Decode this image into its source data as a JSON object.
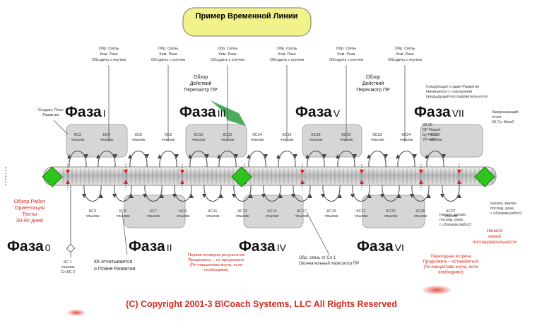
{
  "title": "Пример Временной Линии",
  "phases": [
    {
      "id": "p0",
      "word": "Фаза",
      "num": "0"
    },
    {
      "id": "p1",
      "word": "Фаза",
      "num": "I"
    },
    {
      "id": "p2",
      "word": "Фаза",
      "num": "II"
    },
    {
      "id": "p3",
      "word": "Фаза",
      "num": "III"
    },
    {
      "id": "p4",
      "word": "Фаза",
      "num": "IV"
    },
    {
      "id": "p5",
      "word": "Фаза",
      "num": "V"
    },
    {
      "id": "p6",
      "word": "Фаза",
      "num": "VI"
    },
    {
      "id": "p7",
      "word": "Фаза",
      "num": "VII"
    }
  ],
  "top_task_labels": [
    [
      "Обр. Связь",
      "Ком. Раза",
      "Обсудить с коучем"
    ],
    [
      "Обр. Связь",
      "Ком. Раза",
      "Обсудить с коучем"
    ],
    [
      "Обр. Связь",
      "Ком. Раза",
      "Обсудить с коучем"
    ],
    [
      "Обр. Связь",
      "Ком. Раза",
      "Обсудить с коучем"
    ],
    [
      "Обр. Связь",
      "Ком. Раза",
      "Обсудить с коучем"
    ],
    [
      "Обр. Связь",
      "Ком. Раза",
      "Обсудить с коучем"
    ]
  ],
  "review_labels": [
    [
      "Обзор",
      "Действий",
      "Пересмотр ПР"
    ],
    [
      "Обзор",
      "Действий",
      "Пересмотр ПР"
    ]
  ],
  "top_notes": {
    "create_plan": [
      "Создать План",
      "Развития"
    ],
    "next_stage": [
      "Следующая стадия Развития",
      "Начинается с повторения",
      "предыдущей последовательности"
    ],
    "final_report": [
      "Завершающий",
      "отчет",
      "КК Сл Мом2"
    ],
    "dp_report": [
      "КК 25",
      "DP Report",
      "by PC to",
      "YP->PY"
    ]
  },
  "top_kc": [
    "КС2",
    "КС4",
    "КС6",
    "КС8",
    "КС10",
    "КС12",
    "КС14",
    "КС16",
    "КС18",
    "КС20",
    "КС22",
    "КС24",
    "КС26"
  ],
  "top_kc_sub": "чпысмк",
  "bottom_kc": [
    "КС3",
    "КС5",
    "КС7",
    "КС9",
    "КС11",
    "КС13",
    "КС15",
    "КС17",
    "КС19",
    "КС21",
    "КС23",
    "КС25",
    "КС27"
  ],
  "bottom_kc_sub": "чпысмк",
  "left_note": [
    "Обзор Работ",
    "Ориентация",
    "Тесты",
    "30-90 дней"
  ],
  "kc1": [
    "КС 1",
    "чпысмк",
    "Сл КС 2"
  ],
  "kk_note": [
    "КК отчитывается",
    "о Плане Развития"
  ],
  "red_note_mid": [
    "Первая проверка результатов",
    "Продолжить – не продолжать",
    "(Ре-инициатива коуча, если",
    "необходимо)"
  ],
  "feedback_note": [
    "Обр. связь от Сл 1",
    "Окончательный пересмотр ПР"
  ],
  "red_note_right": [
    "Переходная встреча",
    "Продолжить – остановиться",
    "(Ре-инициатива коуча, если",
    "необходимо)"
  ],
  "restart_note_1": [
    "Начать заново",
    "послед. раза",
    "с обзором работ2"
  ],
  "restart_note_2": [
    "Начать заново",
    "послед. раза",
    "с обзором работ2"
  ],
  "new_sequence": [
    "Начало",
    "новой",
    "последовательности"
  ],
  "copyright": "(C) Copyright 2001-3 B\\Coach Systems, LLC  All Rights Reserved",
  "colors": {
    "accent_yellow": "#f2f28a",
    "diamond_green": "#2ec41e",
    "marker_red": "#d42a1f",
    "shade_gray": "#d6d6d6",
    "copyright_red": "#d42a1f",
    "arrow_green": "#3aa34a"
  }
}
